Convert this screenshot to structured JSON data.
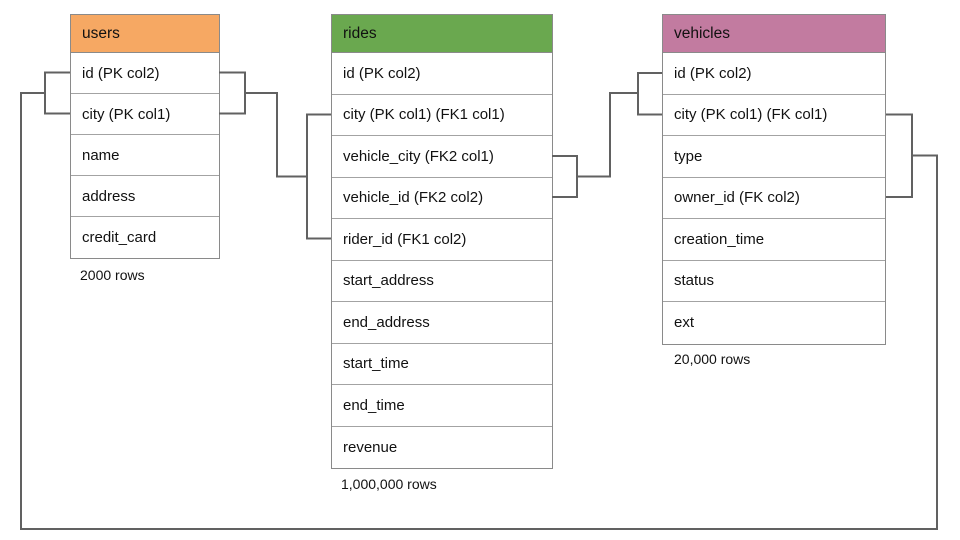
{
  "diagram": {
    "line_color": "#616161",
    "table_border_color": "#8a8a8a",
    "tables": {
      "users": {
        "title": "users",
        "header_color": "#F6A863",
        "row_count_label": "2000 rows",
        "columns": [
          "id (PK col2)",
          "city (PK col1)",
          "name",
          "address",
          "credit_card"
        ]
      },
      "rides": {
        "title": "rides",
        "header_color": "#6AA84F",
        "row_count_label": "1,000,000 rows",
        "columns": [
          "id (PK col2)",
          "city (PK col1) (FK1 col1)",
          "vehicle_city (FK2 col1)",
          "vehicle_id (FK2 col2)",
          "rider_id (FK1 col2)",
          "start_address",
          "end_address",
          "start_time",
          "end_time",
          "revenue"
        ]
      },
      "vehicles": {
        "title": "vehicles",
        "header_color": "#C27BA0",
        "row_count_label": "20,000 rows",
        "columns": [
          "id (PK col2)",
          "city (PK col1) (FK col1)",
          "type",
          "owner_id (FK col2)",
          "creation_time",
          "status",
          "ext"
        ]
      }
    },
    "relationships": [
      {
        "from": "rides (city FK1 col1, rider_id FK1 col2)",
        "to": "users (id, city)"
      },
      {
        "from": "rides (vehicle_city FK2 col1, vehicle_id FK2 col2)",
        "to": "vehicles (id, city)"
      },
      {
        "from": "vehicles (city FK col1, owner_id FK col2)",
        "to": "users (id, city)"
      }
    ]
  }
}
